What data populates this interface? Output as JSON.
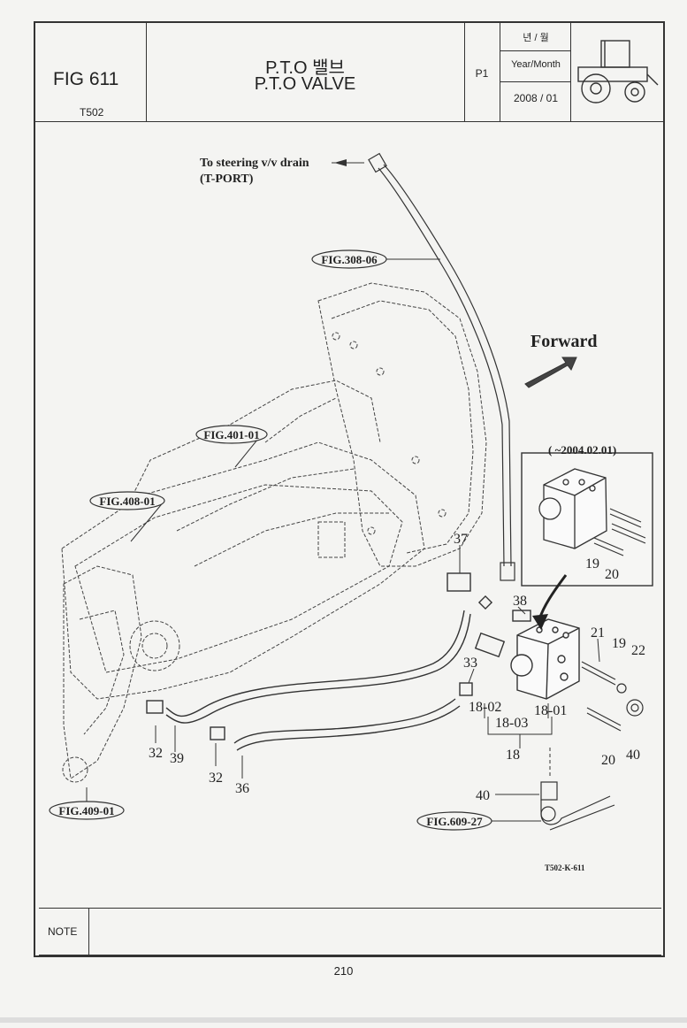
{
  "header": {
    "fig_number": "FIG 611",
    "model": "T502",
    "title_ko": "P.T.O 밸브",
    "title_en": "P.T.O VALVE",
    "page_code": "P1",
    "year_month_ko": "년 / 월",
    "year_month_en": "Year/Month",
    "year_month_value": "2008 / 01"
  },
  "diagram": {
    "note_steering_line1": "To steering v/v drain",
    "note_steering_line2": "(T-PORT)",
    "forward_label": "Forward",
    "variant_label": "( ~2004.02.01)",
    "drawing_code": "T502-K-611",
    "fig_refs": [
      "FIG.308-06",
      "FIG.401-01",
      "FIG.408-01",
      "FIG.409-01",
      "FIG.609-27"
    ],
    "part_numbers": [
      "37",
      "38",
      "33",
      "18-02",
      "18-03",
      "18-01",
      "18",
      "21",
      "19",
      "22",
      "20",
      "40",
      "32",
      "39",
      "36",
      "19",
      "20",
      "40",
      "32"
    ],
    "icon": "tractor-icon"
  },
  "footer": {
    "note_label": "NOTE",
    "page_number": "210"
  }
}
